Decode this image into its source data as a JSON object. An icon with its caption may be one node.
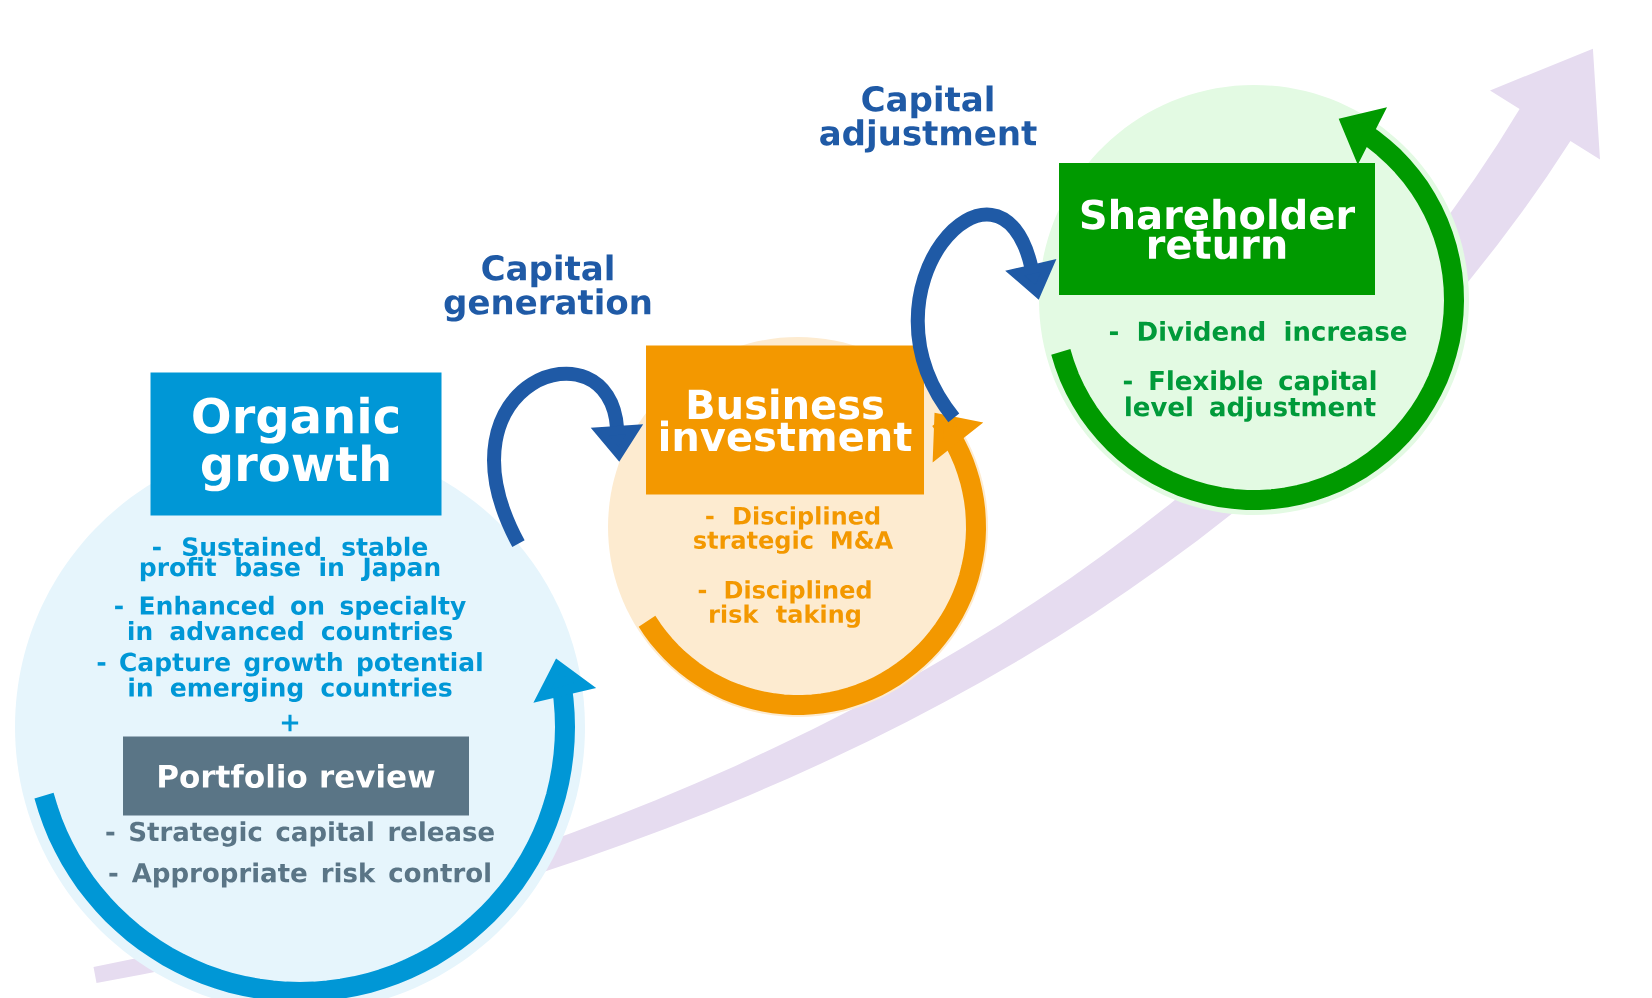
{
  "diagram": {
    "nodes": [
      {
        "text": [
          "Organic growth",
          "- Sustained stable profit base in Japan",
          "- Enhanced on specialty in advanced countries",
          "- Capture growth potential in emerging countries",
          "+",
          "- Strategic capital release",
          "- Appropriate risk control"
        ]
      },
      {
        "text": [
          "Portfolio review"
        ],
        "in": 0
      },
      {
        "text": [
          "Business investment",
          "- Disciplined strategic M&A",
          "- Disciplined risk taking"
        ]
      },
      {
        "text": [
          "Shareholder return",
          "- Dividend increase",
          "- Flexible capital level adjustment"
        ]
      }
    ],
    "edges": [
      {
        "from": 0,
        "to": 2,
        "arrow": "to",
        "label": "Capital generation"
      },
      {
        "from": 2,
        "to": 3,
        "arrow": "to",
        "label": "Capital adjustment"
      }
    ]
  }
}
